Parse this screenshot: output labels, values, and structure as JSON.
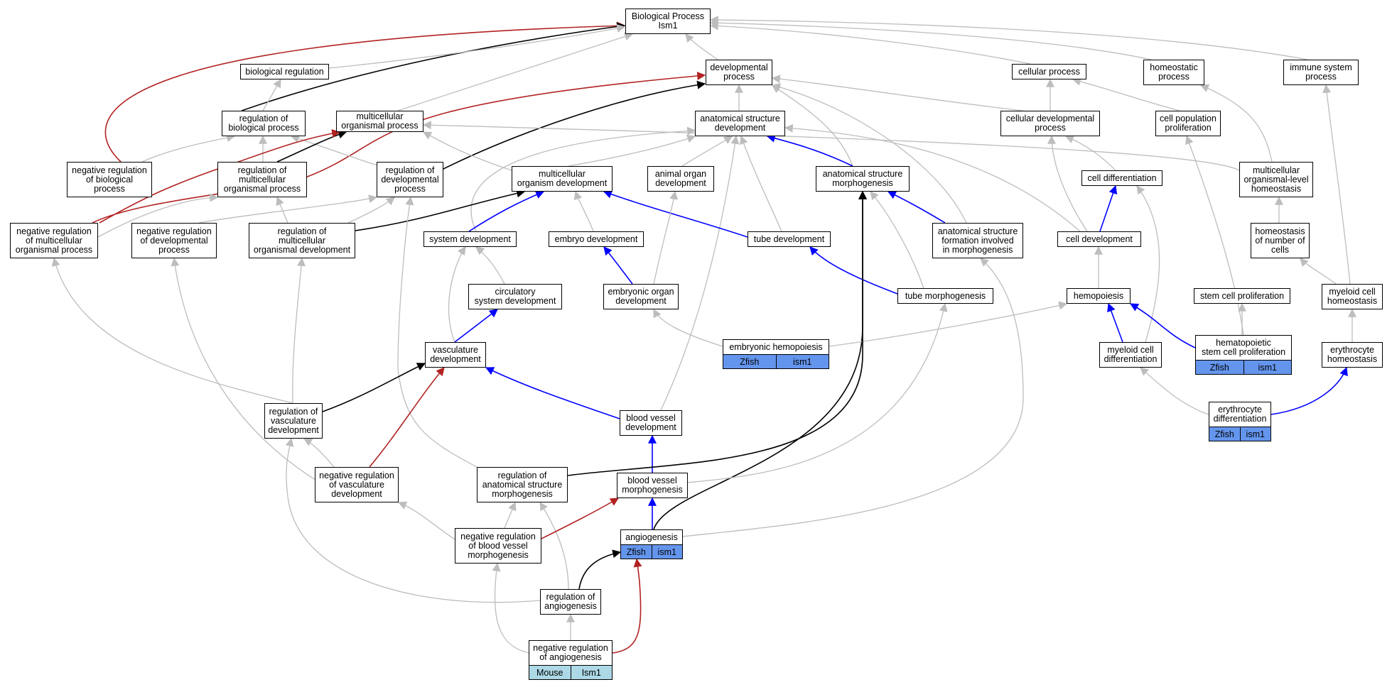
{
  "colors": {
    "gray_edge": "#bdbdbd",
    "black_edge": "#000000",
    "blue_edge": "#0000ff",
    "red_edge": "#b22222",
    "zfish_tag": "#6495ed",
    "mouse_tag": "#add8e6"
  },
  "nodes": {
    "bp": "Biological Process\nIsm1",
    "bio_reg": "biological regulation",
    "dev_proc": "developmental\nprocess",
    "cell_proc": "cellular process",
    "homeo_proc": "homeostatic\nprocess",
    "immune": "immune system\nprocess",
    "reg_bio": "regulation of\nbiological process",
    "multi_org": "multicellular\norganismal process",
    "anat_dev": "anatomical structure\ndevelopment",
    "cell_dev_proc": "cellular developmental\nprocess",
    "cell_pop": "cell population\nproliferation",
    "neg_reg_bio": "negative regulation\nof biological\nprocess",
    "reg_multi": "regulation of\nmulticellular\norganismal process",
    "reg_dev": "regulation of\ndevelopmental\nprocess",
    "multi_org_dev": "multicellular\norganism development",
    "animal_organ": "animal organ\ndevelopment",
    "anat_morph": "anatomical structure\nmorphogenesis",
    "cell_diff": "cell differentiation",
    "multi_homeo": "multicellular\norganismal-level\nhomeostasis",
    "neg_reg_multi": "negative regulation\nof multicellular\norganismal process",
    "neg_reg_dev": "negative regulation\nof developmental\nprocess",
    "reg_multi_dev": "regulation of\nmulticellular\norganismal development",
    "sys_dev": "system development",
    "embryo_dev": "embryo development",
    "tube_dev": "tube development",
    "anat_form": "anatomical structure\nformation involved\nin morphogenesis",
    "cell_development": "cell development",
    "homeo_num": "homeostasis\nof number of\ncells",
    "circ_dev": "circulatory\nsystem development",
    "emb_organ": "embryonic organ\ndevelopment",
    "tube_morph": "tube morphogenesis",
    "hemopoiesis": "hemopoiesis",
    "stem_prolif": "stem cell proliferation",
    "myeloid_homeo": "myeloid cell\nhomeostasis",
    "vasc_dev": "vasculature\ndevelopment",
    "emb_hemo": "embryonic hemopoiesis",
    "myeloid_diff": "myeloid cell\ndifferentiation",
    "hsc_prolif": "hematopoietic\nstem cell proliferation",
    "ery_homeo": "erythrocyte\nhomeostasis",
    "reg_vasc": "regulation of\nvasculature\ndevelopment",
    "bv_dev": "blood vessel\ndevelopment",
    "ery_diff": "erythrocyte\ndifferentiation",
    "neg_reg_vasc": "negative regulation\nof vasculature\ndevelopment",
    "reg_anat_morph": "regulation of\nanatomical structure\nmorphogenesis",
    "bv_morph": "blood vessel\nmorphogenesis",
    "neg_reg_bv": "negative regulation\nof blood vessel\nmorphogenesis",
    "angio": "angiogenesis",
    "reg_angio": "regulation of\nangiogenesis",
    "neg_reg_angio": "negative regulation\nof angiogenesis"
  },
  "tags": {
    "emb_hemo": [
      "Zfish",
      "ism1"
    ],
    "hsc_prolif": [
      "Zfish",
      "ism1"
    ],
    "ery_diff": [
      "Zfish",
      "ism1"
    ],
    "angio": [
      "Zfish",
      "ism1"
    ],
    "neg_reg_angio": [
      "Mouse",
      "Ism1"
    ]
  }
}
